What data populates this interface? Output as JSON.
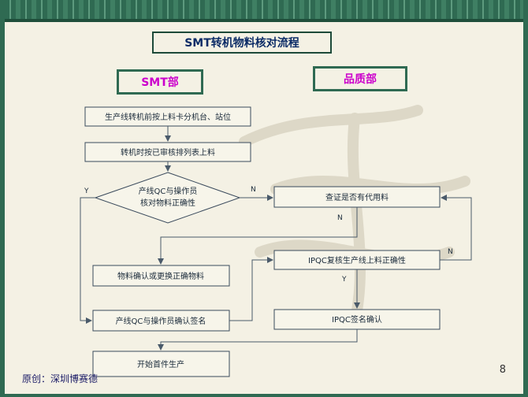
{
  "title": "SMT转机物料核对流程",
  "lanes": {
    "left": "SMT部",
    "right": "品质部"
  },
  "nodes": {
    "n1": "生产线转机前按上料卡分机台、站位",
    "n2": "转机时按已审核排列表上料",
    "n3_line1": "产线QC与操作员",
    "n3_line2": "核对物料正确性",
    "n4": "查证是否有代用料",
    "n5": "IPQC复核生产线上料正确性",
    "n6": "物料确认或更换正确物料",
    "n7": "产线QC与操作员确认签名",
    "n8": "IPQC签名确认",
    "n9": "开始首件生产"
  },
  "edge_labels": {
    "y": "Y",
    "n_decision": "N",
    "n_check": "N",
    "n_right": "N",
    "y_ipqc": "Y"
  },
  "footer": "原创：深圳博赛德",
  "page_number": "8",
  "colors": {
    "border": "#2f6a52",
    "title_text": "#0b2b66",
    "dept_text": "#cc00cc",
    "box_stroke": "#3a4a5c",
    "arrow": "#4a5a6a"
  }
}
